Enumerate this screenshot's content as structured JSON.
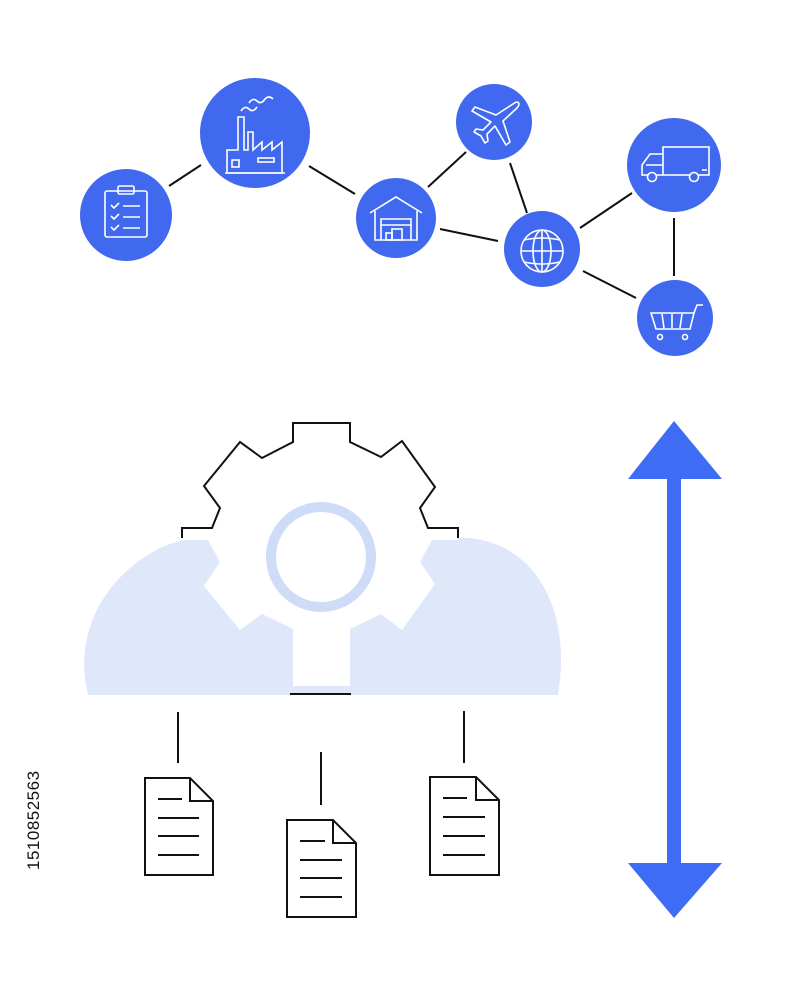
{
  "illustration": {
    "stock_id": "1510852563",
    "colors": {
      "node_fill": "#4169ef",
      "icon_stroke": "#ffffff",
      "link_stroke": "#111111",
      "cloud_fill": "#dfe8fb",
      "gear_ring": "#cfdcf8",
      "arrow_fill": "#3f6cf4",
      "line_art": "#111111"
    },
    "network_nodes": [
      {
        "name": "clipboard-checklist-node",
        "icon": "clipboard-icon"
      },
      {
        "name": "factory-node",
        "icon": "factory-icon"
      },
      {
        "name": "warehouse-node",
        "icon": "warehouse-icon"
      },
      {
        "name": "airplane-node",
        "icon": "airplane-icon"
      },
      {
        "name": "globe-node",
        "icon": "globe-icon"
      },
      {
        "name": "truck-node",
        "icon": "truck-icon"
      },
      {
        "name": "shopping-cart-node",
        "icon": "shopping-cart-icon"
      }
    ],
    "cloud_gear": {
      "icon": "cloud-gear-icon"
    },
    "documents": [
      {
        "icon": "document-icon"
      },
      {
        "icon": "document-icon"
      },
      {
        "icon": "document-icon"
      }
    ],
    "arrow": {
      "icon": "vertical-double-arrow-icon"
    }
  }
}
